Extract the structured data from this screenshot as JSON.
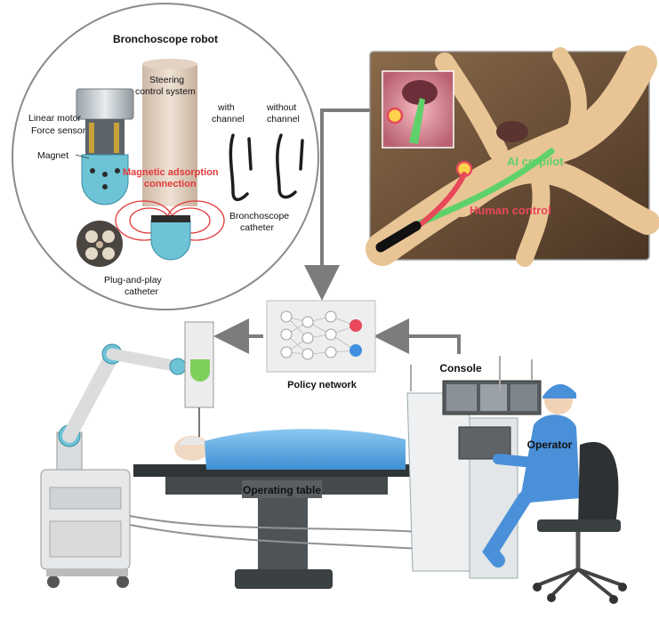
{
  "zoom_circle": {
    "title": "Bronchoscope robot",
    "steering_label": [
      "Steering",
      "control system"
    ],
    "linear_motor": "Linear motor",
    "force_sensor": "Force sensor",
    "magnet": "Magnet",
    "magnetic_adsorption": [
      "Magnetic adsorption",
      "connection"
    ],
    "with_channel": [
      "with",
      "channel"
    ],
    "without_channel": [
      "without",
      "channel"
    ],
    "bronchoscope_catheter": [
      "Bronchoscope",
      "catheter"
    ],
    "plug_and_play": [
      "Plug-and-play",
      "catheter"
    ]
  },
  "airway_panel": {
    "ai_copilot": "AI co-pilot",
    "human_control": "Human control"
  },
  "policy_network": {
    "label": "Policy network"
  },
  "scene": {
    "console": "Console",
    "operator": "Operator",
    "operating_table": "Operating table"
  },
  "colors": {
    "teal": "#6ec3d6",
    "ai_green": "#5fd16a",
    "human_red": "#e8485a",
    "magnet_red": "#e23a3a",
    "airway_tan": "#e9c495",
    "blanket_blue": "#5aa9e6"
  }
}
